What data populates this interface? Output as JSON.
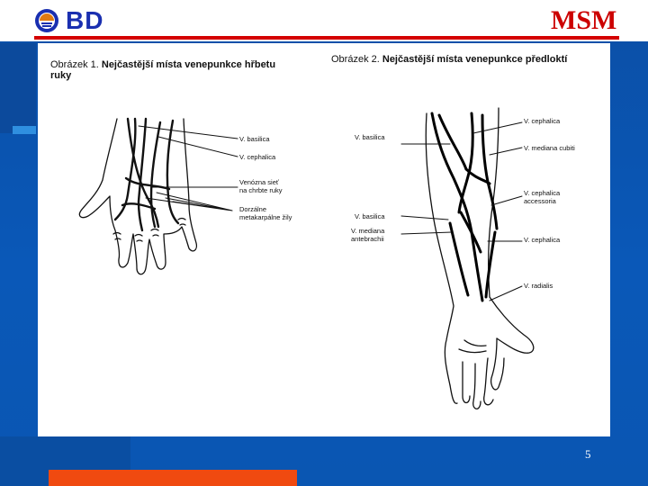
{
  "header": {
    "logo_text": "BD",
    "right_text": "MSM"
  },
  "figure1": {
    "caption_prefix": "Obrázek 1.",
    "caption_bold": "Nejčastější místa venepunkce hřbetu ruky",
    "labels": {
      "basilica": "V. basilica",
      "cephalica": "V. cephalica",
      "venozna_1": "Venózna sieť",
      "venozna_2": "na chrbte ruky",
      "dorzalne_1": "Dorzálne",
      "dorzalne_2": "metakarpálne žily"
    }
  },
  "figure2": {
    "caption_prefix": "Obrázek 2.",
    "caption_bold": "Nejčastější místa venepunkce předloktí",
    "labels": {
      "cephalica_top": "V. cephalica",
      "basilica_upper": "V. basilica",
      "mediana_cubiti": "V. mediana cubiti",
      "cephalica_acc_1": "V. cephalica",
      "cephalica_acc_2": "accessoria",
      "basilica_lower": "V. basilica",
      "mediana_ante_1": "V. mediana",
      "mediana_ante_2": "antebrachii",
      "cephalica_mid": "V. cephalica",
      "radialis": "V. radialis"
    }
  },
  "footer": {
    "page_number": "5"
  },
  "colors": {
    "background": "#0a58b8",
    "accent_red": "#d40000",
    "logo_blue": "#1a2fb0",
    "footer_bar": "#f04a10"
  }
}
